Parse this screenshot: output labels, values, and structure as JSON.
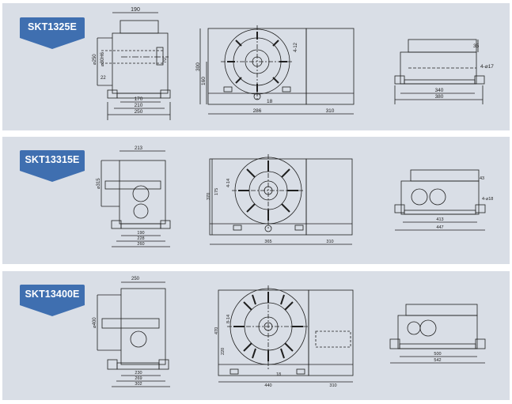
{
  "colors": {
    "panel": "#d9dee6",
    "badge": "#3f6fb0",
    "line": "#1f1f1f"
  },
  "models": [
    {
      "name": "SKT1325E",
      "side": {
        "top": "190",
        "d1": "⌀250",
        "d2": "⌀30H6",
        "d3": "22",
        "right": "70",
        "b1": "170",
        "b2": "210",
        "b3": "250"
      },
      "front": {
        "left1": "300",
        "left2": "160",
        "slot": "4-12",
        "center": "18",
        "b1": "286",
        "b2": "310"
      },
      "rear": {
        "hole": "4-⌀17",
        "h": "35",
        "b1": "340",
        "b2": "380"
      }
    },
    {
      "name": "SKT13315E",
      "side": {
        "top": "213",
        "d1": "⌀315",
        "b1": "190",
        "b2": "228",
        "b3": "260"
      },
      "front": {
        "left1": "370",
        "left2": "175",
        "slot": "4-14",
        "b1": "365",
        "b2": "310"
      },
      "rear": {
        "hole": "4-⌀18",
        "h": "43",
        "b1": "413",
        "b2": "447"
      }
    },
    {
      "name": "SKT13400E",
      "side": {
        "top": "250",
        "d1": "⌀400",
        "b1": "230",
        "b2": "269",
        "b3": "302"
      },
      "front": {
        "left1": "470",
        "left2": "220",
        "slot": "8-14",
        "center": "18",
        "b1": "440",
        "b2": "310"
      },
      "rear": {
        "b1": "500",
        "b2": "542"
      }
    }
  ]
}
